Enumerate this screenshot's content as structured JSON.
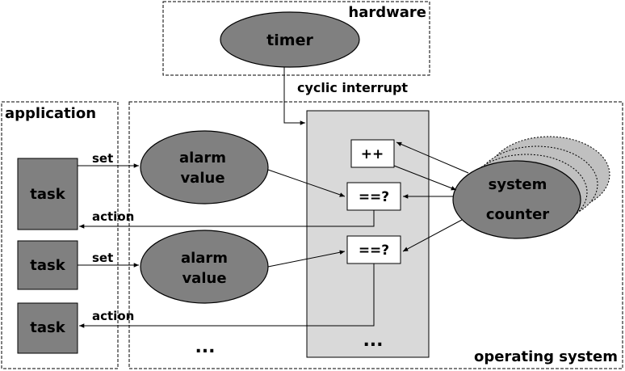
{
  "regions": {
    "hardware": "hardware",
    "application": "application",
    "operating_system": "operating system"
  },
  "timer": {
    "label": "timer"
  },
  "interrupt_label": "cyclic interrupt",
  "tasks": [
    "task",
    "task",
    "task"
  ],
  "alarms": [
    {
      "line1": "alarm",
      "line2": "value"
    },
    {
      "line1": "alarm",
      "line2": "value"
    }
  ],
  "edges": {
    "set_1": "set",
    "set_2": "set",
    "action_1": "action",
    "action_2": "action"
  },
  "operations": {
    "increment": "++",
    "compare_1": "==?",
    "compare_2": "==?"
  },
  "system_counter": {
    "line1": "system",
    "line2": "counter"
  },
  "ellipsis": {
    "app": "...",
    "os": "..."
  },
  "colors": {
    "node_fill": "#808080",
    "os_panel_fill": "#d9d9d9",
    "counter_shadow_fill": "#c0c0c0",
    "line": "#000000",
    "text": "#000000"
  }
}
